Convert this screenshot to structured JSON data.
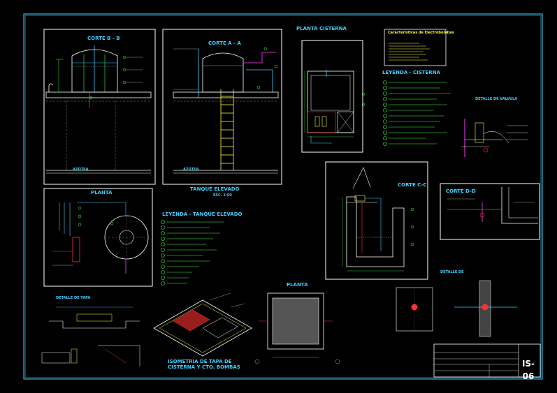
{
  "drawing": {
    "views": {
      "corte_bb": "CORTE B - B",
      "corte_aa": "CORTE A - A",
      "planta_cisterna": "PLANTA CISTERNA",
      "planta_tanque": "PLANTA",
      "corte_cc": "CORTE C-C",
      "corte_dd": "CORTE D-D",
      "planta_tapa": "PLANTA",
      "isometria_line1": "ISOMETRIA DE TAPA DE",
      "isometria_line2": "CISTERNA Y CTO. BOMBAS",
      "detalle_valvula": "DETALLE DE VALVULA",
      "detalle_tapa": "DETALLE DE TAPA",
      "detalle_reja": "DETALLE DE",
      "tanque_elevado": "TANQUE ELEVADO",
      "tanque_elevado_escala": "ESC. 1:50",
      "leyenda_tanque": "LEYENDA - TANQUE ELEVADO",
      "leyenda_cisterna": "LEYENDA - CISTERNA",
      "caracteristicas": "Caracteristicas de Electrobombas",
      "azotea": "AZOTEA"
    },
    "title_block": {
      "sheet_number": "IS-06"
    },
    "colors": {
      "background": "#000000",
      "frame": "#3fd0ff",
      "dimension": "#40ff40",
      "pipe_cold": "#3fd0ff",
      "pipe_hot": "#ff3030",
      "structure": "#ffffff",
      "ladder": "#ffff40",
      "accent": "#ff40ff"
    }
  }
}
